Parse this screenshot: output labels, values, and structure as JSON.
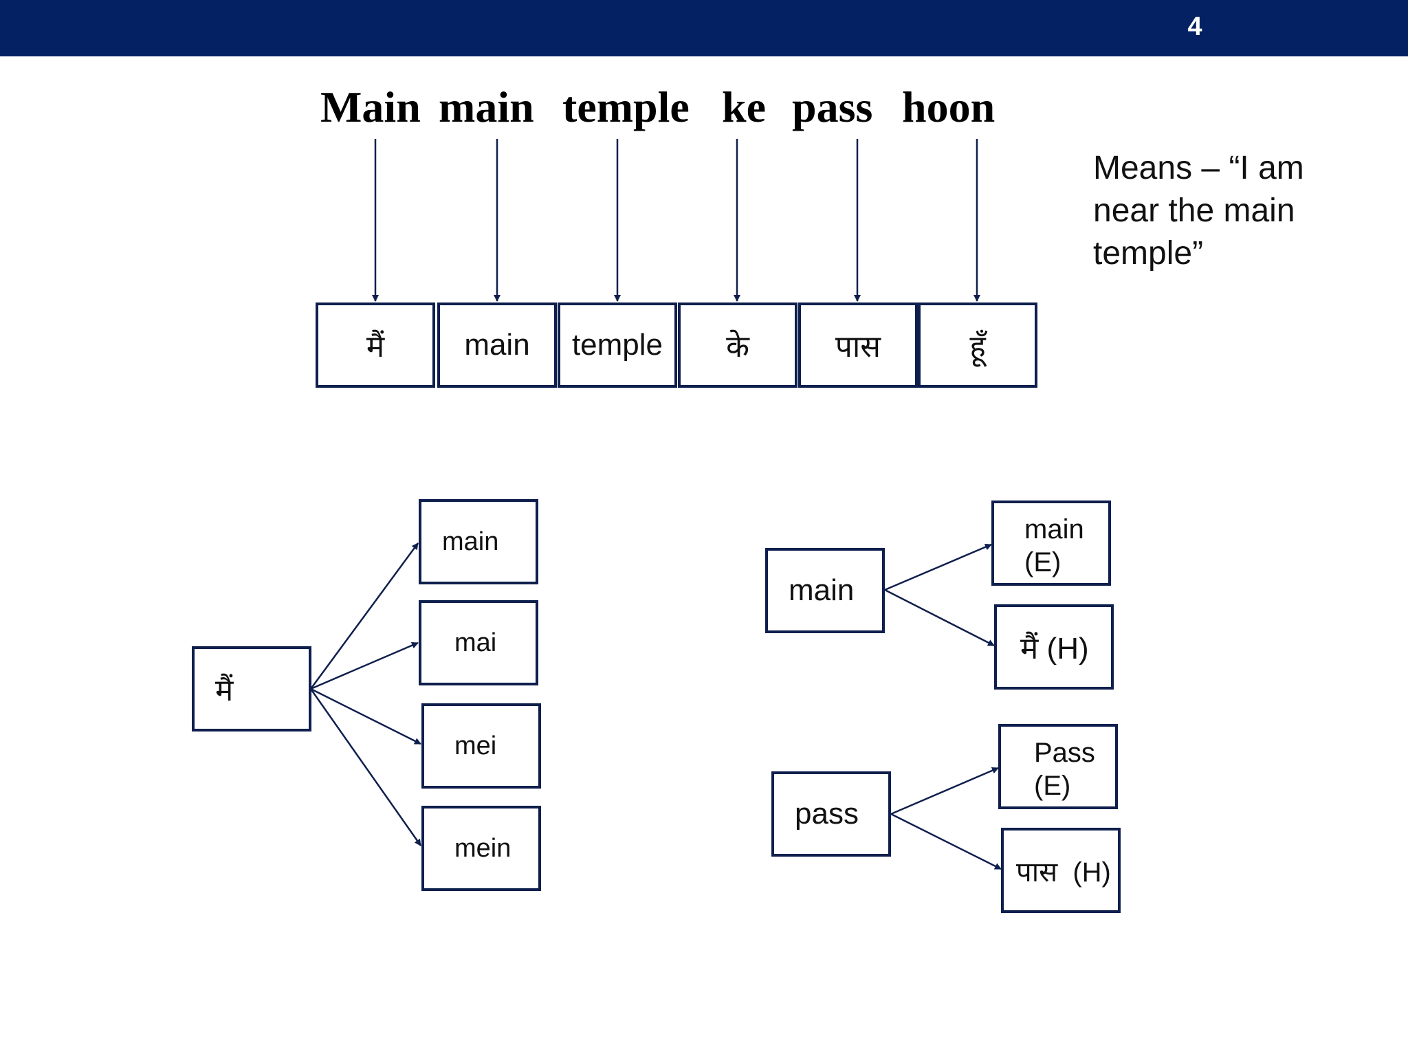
{
  "header": {
    "page_number": "4",
    "bar_color": "#032163"
  },
  "sentence": {
    "words": [
      "Main",
      "main",
      "temple",
      "ke",
      "pass",
      "hoon"
    ]
  },
  "meaning": "Means – “I am near the main temple”",
  "tokens": [
    "मैं",
    "main",
    "temple",
    "के",
    "पास",
    "हूँ"
  ],
  "variants_diagram": {
    "source": "मैं",
    "targets": [
      "main",
      "mai",
      "mei",
      "mein"
    ]
  },
  "language_diagrams": [
    {
      "source": "main",
      "english": "main\n(E)",
      "hindi": "मैं (H)"
    },
    {
      "source": "pass",
      "english": "Pass\n(E)",
      "hindi": "पास  (H)"
    }
  ],
  "colors": {
    "line": "#0f1f4d",
    "box_border": "#0f1f4d",
    "text": "#111111"
  }
}
